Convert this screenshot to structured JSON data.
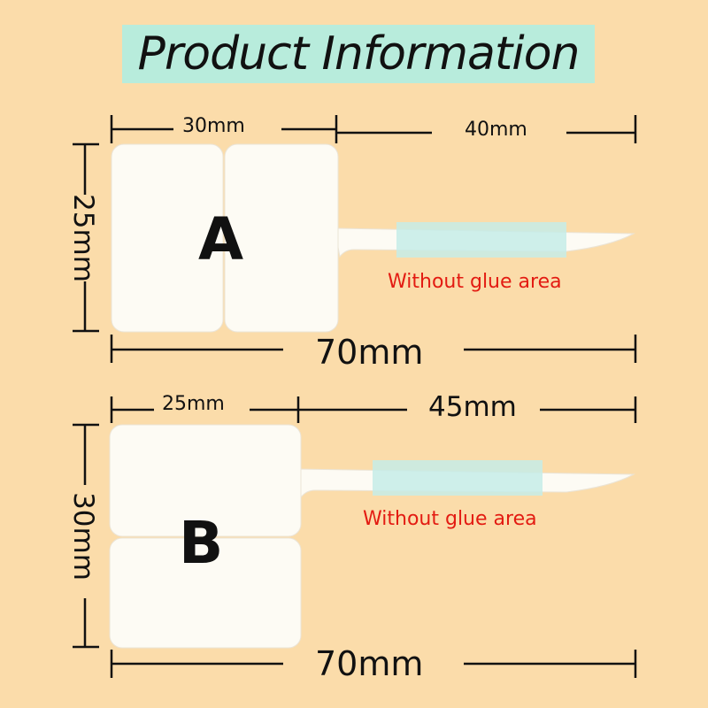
{
  "title": "Product Information",
  "tag_a": {
    "letter": "A",
    "label_width_left": "30mm",
    "label_width_right": "40mm",
    "label_height": "25mm",
    "label_total": "70mm",
    "note": "Without glue area"
  },
  "tag_b": {
    "letter": "B",
    "label_width_left": "25mm",
    "label_width_right": "45mm",
    "label_height": "30mm",
    "label_total": "70mm",
    "note": "Without glue area"
  },
  "colors": {
    "background": "#fbdcaa",
    "title_highlight": "#b8ecdc",
    "glue_area": "#c6ece8",
    "note_text": "#e31b12"
  }
}
